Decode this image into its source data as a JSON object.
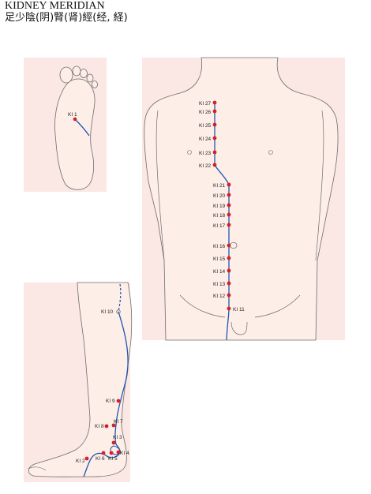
{
  "header": {
    "title": "KIDNEY MERIDIAN",
    "subtitle": "足少陰(阴)腎(肾)經(经, 経)"
  },
  "colors": {
    "background": "#ffffff",
    "panel": "#fbe7e3",
    "skin": "#fdeee8",
    "outline": "#6d6d6d",
    "meridian": "#1f57b0",
    "point": "#d91f26"
  },
  "points": {
    "ki1": "KI 1",
    "ki2": "KI 2",
    "ki3": "KI 3",
    "ki4": "KI 4",
    "ki5": "KI 5",
    "ki6": "KI 6",
    "ki7": "KI 7",
    "ki8": "KI 8",
    "ki9": "KI 9",
    "ki10": "KI 10",
    "ki11": "KI 11",
    "ki12": "KI 12",
    "ki13": "KI 13",
    "ki14": "KI 14",
    "ki15": "KI 15",
    "ki16": "KI 16",
    "ki17": "KI 17",
    "ki18": "KI 18",
    "ki19": "KI 19",
    "ki20": "KI 20",
    "ki21": "KI 21",
    "ki22": "KI 22",
    "ki23": "KI 23",
    "ki24": "KI 24",
    "ki25": "KI 25",
    "ki26": "KI 26",
    "ki27": "KI 27"
  }
}
